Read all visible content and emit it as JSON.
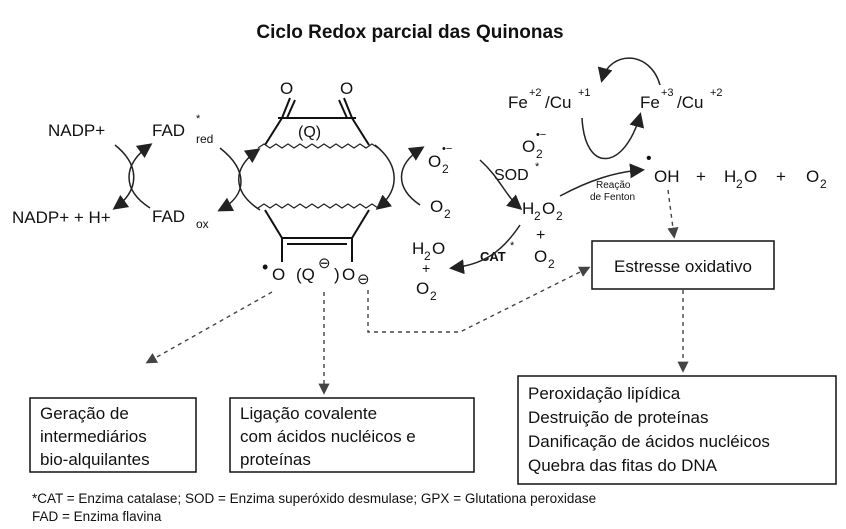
{
  "title": "Ciclo Redox parcial das Quinonas",
  "left_cycle": {
    "nadp_plus": "NADP+",
    "nadp_h": "NADP+ + H+",
    "fad_red": "FAD",
    "fad_red_sup": "*",
    "fad_red_sub": "red",
    "fad_ox": "FAD",
    "fad_ox_sub": "ox"
  },
  "quinone": {
    "o_left": "O",
    "o_right": "O",
    "label": "(Q)",
    "radical_o_left": "O",
    "radical_label": "(Q",
    "radical_minus": "⊖",
    "radical_close": ")",
    "radical_o_right": "O",
    "radical_o_right_minus": "⊖"
  },
  "middle": {
    "o2_superoxide": "O",
    "o2_superoxide_sub": "2",
    "o2_superoxide_sup": "•−",
    "o2_plain": "O",
    "o2_plain_sub": "2",
    "o2_super_right": "O",
    "o2_super_right_sub": "2",
    "o2_super_right_sup": "•−",
    "sod": "SOD",
    "sod_sup": "*",
    "h2o2": "H",
    "h2o2_sub1": "2",
    "h2o2_mid": "O",
    "h2o2_sub2": "2",
    "plus1": "+",
    "o2_bottom": "O",
    "o2_bottom_sub": "2",
    "cat": "CAT",
    "cat_sup": "*",
    "h2o_left": "H",
    "h2o_left_sub": "2",
    "h2o_left_end": "O",
    "plus2": "+",
    "o2_left_bottom": "O",
    "o2_left_bottom_sub": "2"
  },
  "fenton": {
    "fe2": "Fe",
    "fe2_sup": "+2",
    "cu1_sep": "/Cu",
    "cu1_sup": "+1",
    "fe3": "Fe",
    "fe3_sup": "+3",
    "cu2_sep": "/Cu",
    "cu2_sup": "+2",
    "reaction_line1": "Reação",
    "reaction_line2": "de Fenton",
    "oh": "OH",
    "plus_a": "+",
    "h2o": "H",
    "h2o_sub": "2",
    "h2o_end": "O",
    "plus_b": "+",
    "o2": "O",
    "o2_sub": "2"
  },
  "boxes": {
    "stress": "Estresse oxidativo",
    "effects": [
      "Peroxidação lipídica",
      "Destruição de proteínas",
      "Danificação de ácidos nucléicos",
      "Quebra das fitas do DNA"
    ],
    "alkyl": [
      "Geração de",
      "intermediários",
      "bio-alquilantes"
    ],
    "covalent": [
      "Ligação covalente",
      "com ácidos nucléicos e",
      "proteínas"
    ]
  },
  "footnote": [
    "*CAT = Enzima catalase; SOD = Enzima superóxido desmulase; GPX = Glutationa peroxidase",
    "FAD = Enzima flavina"
  ],
  "colors": {
    "ink": "#111111",
    "background": "#ffffff"
  }
}
